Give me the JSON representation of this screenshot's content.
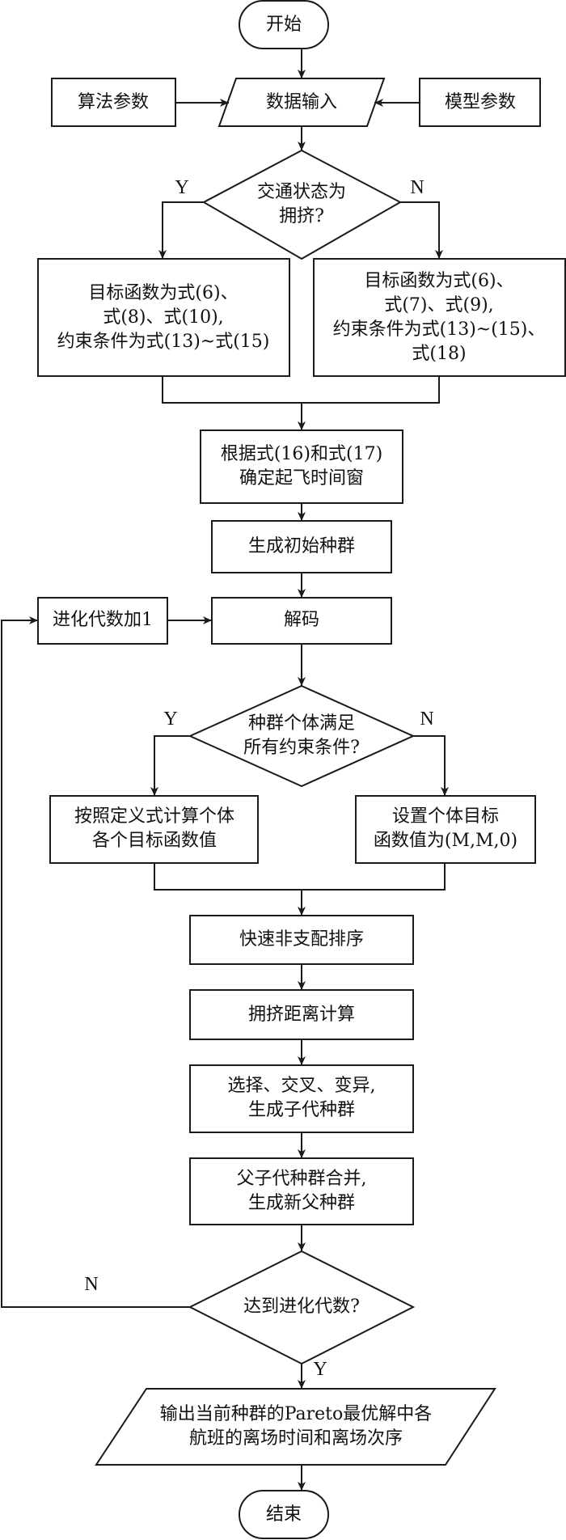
{
  "flowchart": {
    "start": "开始",
    "algorithm_params": "算法参数",
    "data_input": "数据输入",
    "model_params": "模型参数",
    "decision_traffic": [
      "交通状态为",
      "拥挤?"
    ],
    "decision_traffic_yes": "Y",
    "decision_traffic_no": "N",
    "congested_branch": [
      "目标函数为式(6)、",
      "式(8)、式(10),",
      "约束条件为式(13)~式(15)"
    ],
    "normal_branch": [
      "目标函数为式(6)、",
      "式(7)、式(9),",
      "约束条件为式(13)~(15)、",
      "式(18)"
    ],
    "time_window": [
      "根据式(16)和式(17)",
      "确定起飞时间窗"
    ],
    "init_population": "生成初始种群",
    "generation_increment": "进化代数加1",
    "decode": "解码",
    "decision_constraints": [
      "种群个体满足",
      "所有约束条件?"
    ],
    "decision_constraints_yes": "Y",
    "decision_constraints_no": "N",
    "compute_objectives": [
      "按照定义式计算个体",
      "各个目标函数值"
    ],
    "set_penalty": [
      "设置个体目标",
      "函数值为(M,M,0)"
    ],
    "nondominated_sort": "快速非支配排序",
    "crowding_distance": "拥挤距离计算",
    "genetic_ops": [
      "选择、交叉、变异,",
      "生成子代种群"
    ],
    "merge": [
      "父子代种群合并,",
      "生成新父种群"
    ],
    "decision_generations": "达到进化代数?",
    "decision_generations_yes": "Y",
    "decision_generations_no": "N",
    "output": [
      "输出当前种群的Pareto最优解中各",
      "航班的离场时间和离场次序"
    ],
    "end": "结束"
  }
}
